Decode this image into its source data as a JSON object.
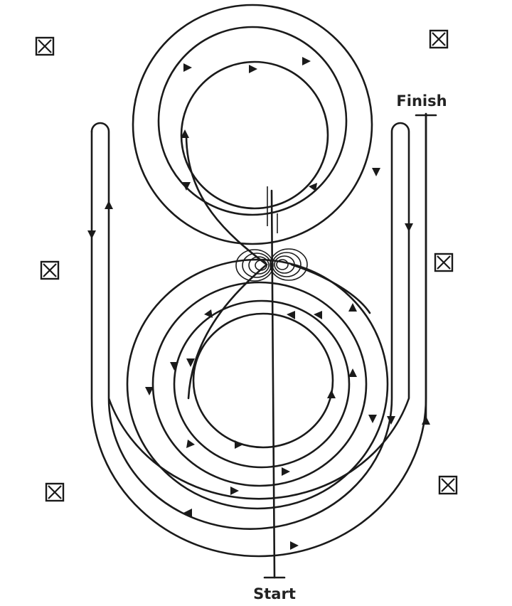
{
  "labels": {
    "start": "Start",
    "finish": "Finish"
  },
  "markers": {
    "count": 6,
    "icon": "boxed-x-icon"
  },
  "colors": {
    "line": "#1a1a1a",
    "background": "#ffffff"
  }
}
